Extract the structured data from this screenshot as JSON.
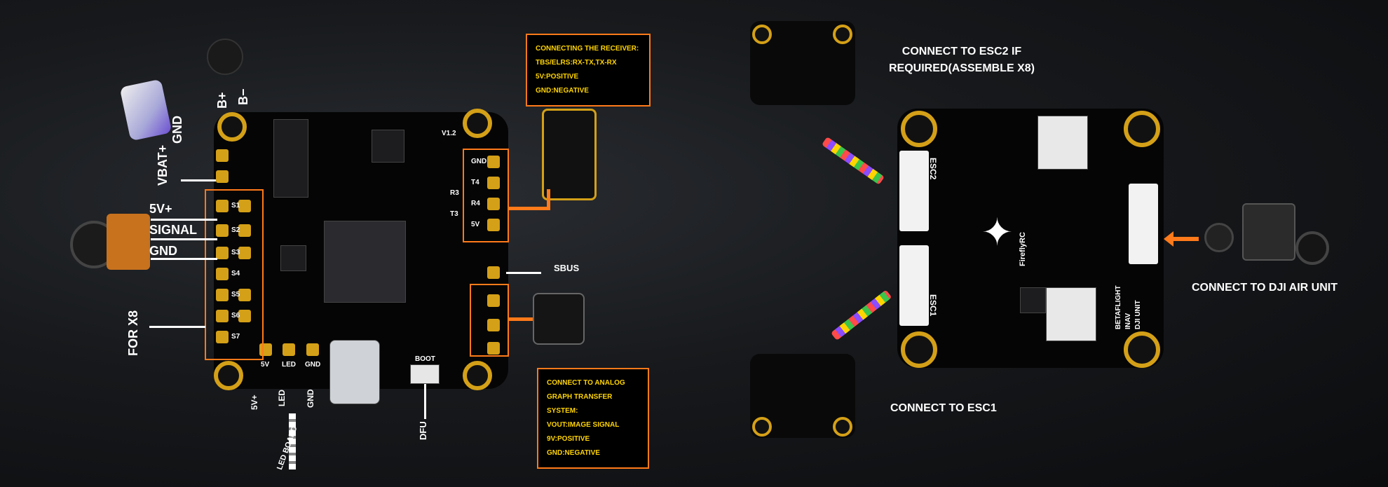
{
  "left": {
    "labels": {
      "gnd": "GND",
      "vbat": "VBAT+",
      "bplus": "B+",
      "bminus": "B−",
      "v5": "5V+",
      "signal": "SIGNAL",
      "gnd2": "GND",
      "forx8": "FOR X8",
      "sbus": "SBUS",
      "dfu": "DFU",
      "ledboard": "LED BOARD",
      "bot_5v": "5V+",
      "bot_led": "LED",
      "bot_gnd": "GND",
      "boot": "BOOT",
      "version": "V1.2"
    },
    "receiver_callout": [
      "CONNECTING THE RECEIVER:",
      "TBS/ELRS:RX-TX,TX-RX",
      "5V:POSITIVE",
      "GND:NEGATIVE"
    ],
    "analog_callout": [
      "CONNECT TO ANALOG",
      "GRAPH TRANSFER SYSTEM:",
      "VOUT:IMAGE SIGNAL",
      "9V:POSITIVE",
      "GND:NEGATIVE"
    ],
    "silk": {
      "left_col": [
        "S1",
        "S2",
        "S3",
        "S4",
        "S5",
        "S6",
        "S7"
      ],
      "right_col": [
        "GND",
        "T4",
        "R4",
        "5V",
        "T3",
        "R3"
      ],
      "bottom_row": [
        "5V",
        "LED",
        "GND"
      ]
    }
  },
  "right": {
    "esc2_label": "CONNECT TO ESC2 IF REQUIRED(ASSEMBLE X8)",
    "esc1_label": "CONNECT TO ESC1",
    "dji_label": "CONNECT TO DJI AIR UNIT",
    "silk": {
      "esc2": "ESC2",
      "esc1": "ESC1",
      "brand": "FireflyRC",
      "betaflight": "BETAFLIGHT",
      "inav": "INAV",
      "dji": "DJI UNIT"
    }
  },
  "colors": {
    "accent": "#ff7a1a",
    "gold": "#d4a017",
    "callout_text": "#ffd400"
  }
}
